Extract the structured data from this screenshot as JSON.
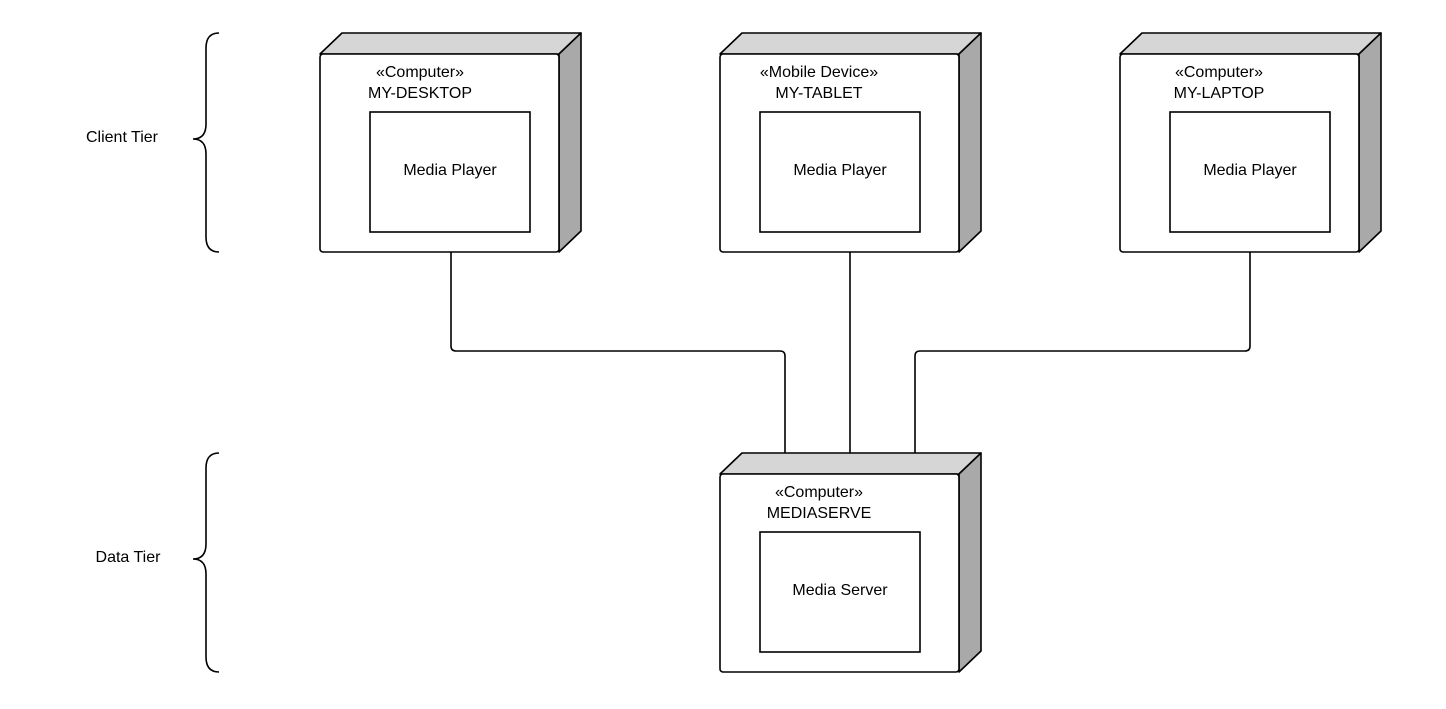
{
  "diagram": {
    "tiers": [
      {
        "id": "client",
        "label": "Client Tier"
      },
      {
        "id": "data",
        "label": "Data Tier"
      }
    ],
    "nodes": [
      {
        "id": "my-desktop",
        "stereotype": "«Computer»",
        "name": "MY-DESKTOP",
        "component": "Media Player",
        "tier": "client"
      },
      {
        "id": "my-tablet",
        "stereotype": "«Mobile Device»",
        "name": "MY-TABLET",
        "component": "Media Player",
        "tier": "client"
      },
      {
        "id": "my-laptop",
        "stereotype": "«Computer»",
        "name": "MY-LAPTOP",
        "component": "Media Player",
        "tier": "client"
      },
      {
        "id": "mediaserve",
        "stereotype": "«Computer»",
        "name": "MEDIASERVE",
        "component": "Media Server",
        "tier": "data"
      }
    ],
    "connections": [
      {
        "from": "my-desktop",
        "to": "mediaserve"
      },
      {
        "from": "my-tablet",
        "to": "mediaserve"
      },
      {
        "from": "my-laptop",
        "to": "mediaserve"
      }
    ],
    "colors": {
      "front": "#ffffff",
      "top": "#d6d6d6",
      "side": "#a9a9a9",
      "line": "#000000"
    }
  }
}
